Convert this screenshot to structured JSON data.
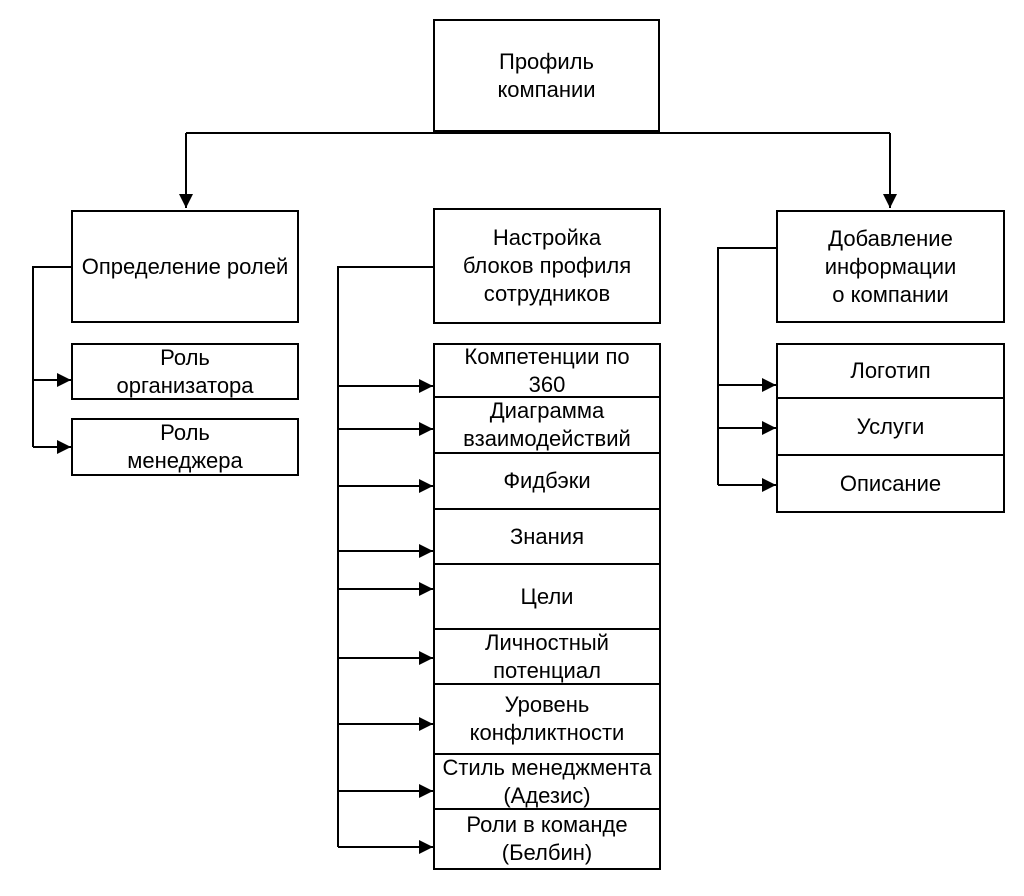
{
  "diagram": {
    "root": "Профиль\nкомпании",
    "branches": [
      {
        "header": "Определение ролей",
        "items": [
          "Роль\nорганизатора",
          "Роль\nменеджера"
        ]
      },
      {
        "header": "Настройка\nблоков профиля\nсотрудников",
        "items": [
          "Компетенции по\n360",
          "Диаграмма\nвзаимодействий",
          "Фидбэки",
          "Знания",
          "Цели",
          "Личностный\nпотенциал",
          "Уровень\nконфликтности",
          "Стиль менеджмента\n(Адезис)",
          "Роли в команде\n(Белбин)"
        ]
      },
      {
        "header": "Добавление\nинформации\nо компании",
        "items": [
          "Логотип",
          "Услуги",
          "Описание"
        ]
      }
    ],
    "colors": {
      "stroke": "#000000",
      "fill": "#ffffff",
      "text": "#000000"
    }
  }
}
